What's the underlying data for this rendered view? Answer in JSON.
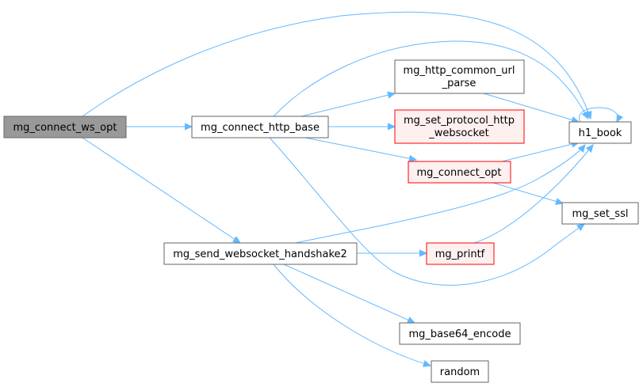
{
  "colors": {
    "root_fill": "#999999",
    "root_stroke": "#666666",
    "normal_fill": "#ffffff",
    "normal_stroke": "#666666",
    "red_fill": "#fff0f0",
    "red_stroke": "#ff0000",
    "edge": "#63b8ff"
  },
  "nodes": {
    "mg_connect_ws_opt": {
      "label": "mg_connect_ws_opt",
      "style": "root"
    },
    "mg_connect_http_base": {
      "label": "mg_connect_http_base",
      "style": "normal"
    },
    "mg_send_websocket_handshake2": {
      "label": "mg_send_websocket_handshake2",
      "style": "normal"
    },
    "mg_http_common_url_parse": {
      "label1": "mg_http_common_url",
      "label2": "_parse",
      "style": "normal"
    },
    "mg_set_protocol_http_websocket": {
      "label1": "mg_set_protocol_http",
      "label2": "_websocket",
      "style": "red"
    },
    "mg_connect_opt": {
      "label": "mg_connect_opt",
      "style": "red"
    },
    "mg_printf": {
      "label": "mg_printf",
      "style": "red"
    },
    "mg_base64_encode": {
      "label": "mg_base64_encode",
      "style": "normal"
    },
    "random": {
      "label": "random",
      "style": "normal"
    },
    "h1_book": {
      "label": "h1_book",
      "style": "normal"
    },
    "mg_set_ssl": {
      "label": "mg_set_ssl",
      "style": "normal"
    }
  }
}
